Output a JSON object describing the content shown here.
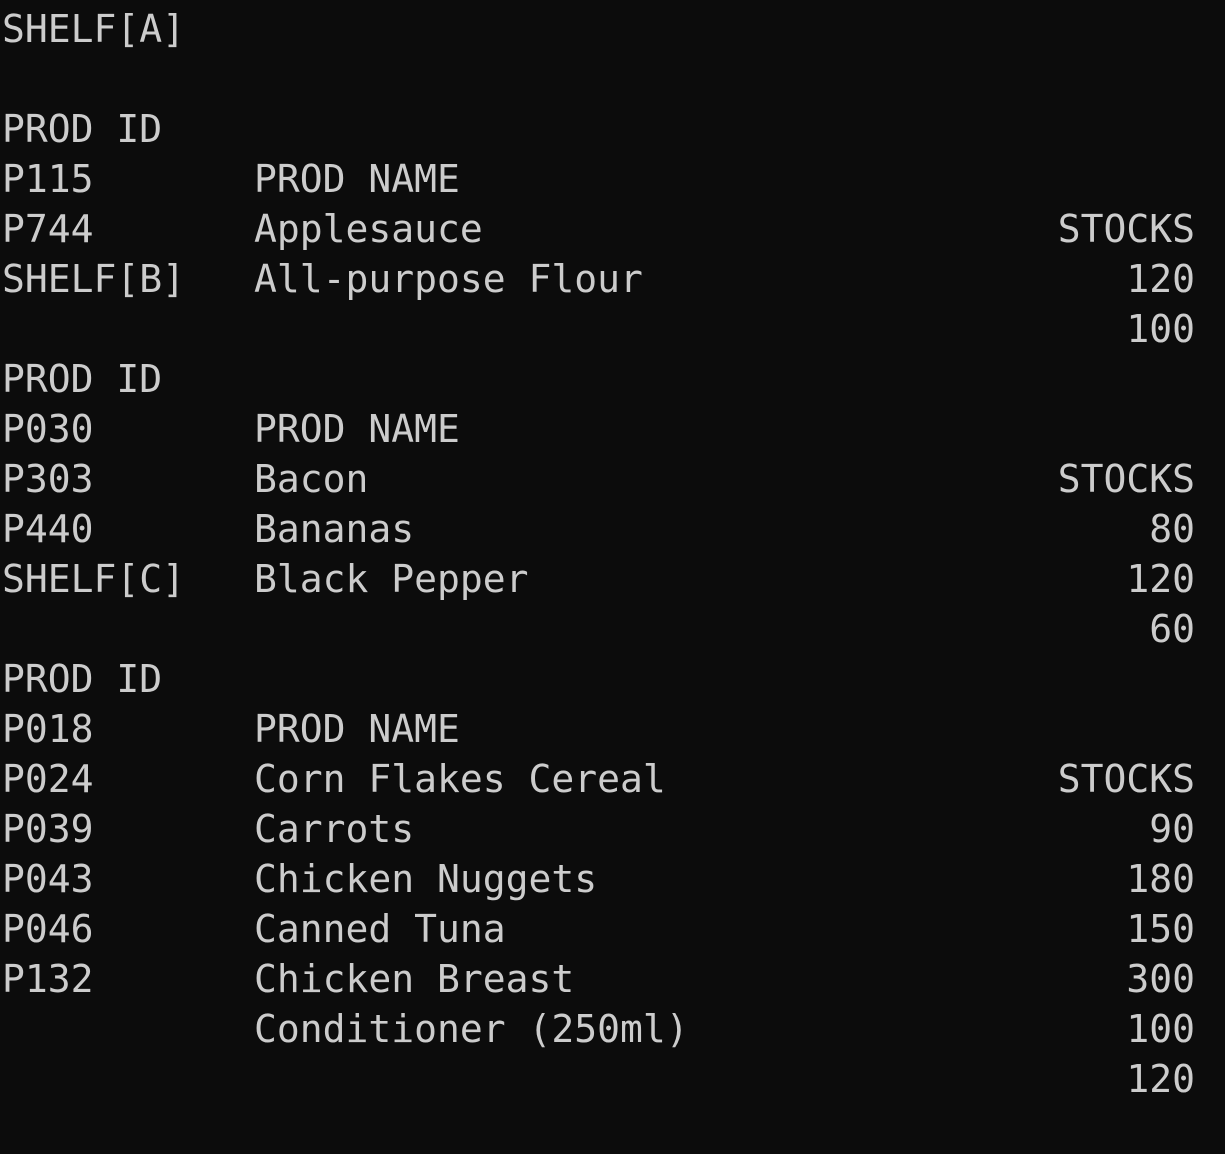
{
  "terminal": {
    "colors": {
      "background": "#0c0c0c",
      "foreground": "#cccccc"
    },
    "shelves": [
      {
        "title": "SHELF[A]",
        "headers": {
          "id": "PROD ID",
          "name": "PROD NAME",
          "stock": "STOCKS"
        },
        "rows": [
          {
            "id": "P115",
            "name": "Applesauce",
            "stock": "120"
          },
          {
            "id": "P744",
            "name": "All-purpose Flour",
            "stock": "100"
          }
        ]
      },
      {
        "title": "SHELF[B]",
        "headers": {
          "id": "PROD ID",
          "name": "PROD NAME",
          "stock": "STOCKS"
        },
        "rows": [
          {
            "id": "P030",
            "name": "Bacon",
            "stock": "80"
          },
          {
            "id": "P303",
            "name": "Bananas",
            "stock": "120"
          },
          {
            "id": "P440",
            "name": "Black Pepper",
            "stock": "60"
          }
        ]
      },
      {
        "title": "SHELF[C]",
        "headers": {
          "id": "PROD ID",
          "name": "PROD NAME",
          "stock": "STOCKS"
        },
        "rows": [
          {
            "id": "P018",
            "name": "Corn Flakes Cereal",
            "stock": "90"
          },
          {
            "id": "P024",
            "name": "Carrots",
            "stock": "180"
          },
          {
            "id": "P039",
            "name": "Chicken Nuggets",
            "stock": "150"
          },
          {
            "id": "P043",
            "name": "Canned Tuna",
            "stock": "300"
          },
          {
            "id": "P046",
            "name": "Chicken Breast",
            "stock": "100"
          },
          {
            "id": "P132",
            "name": "Conditioner (250ml)",
            "stock": "120"
          }
        ]
      }
    ]
  }
}
